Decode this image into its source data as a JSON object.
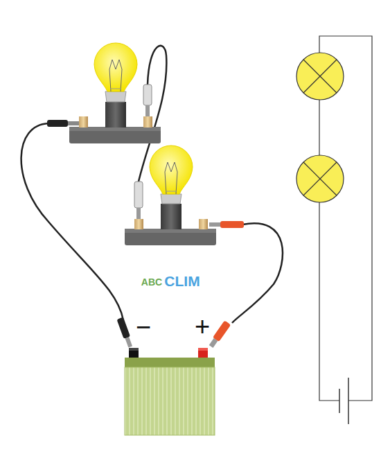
{
  "diagram": {
    "labels": [
      "−",
      "+",
      "ABC",
      "CLIM"
    ]
  }
}
